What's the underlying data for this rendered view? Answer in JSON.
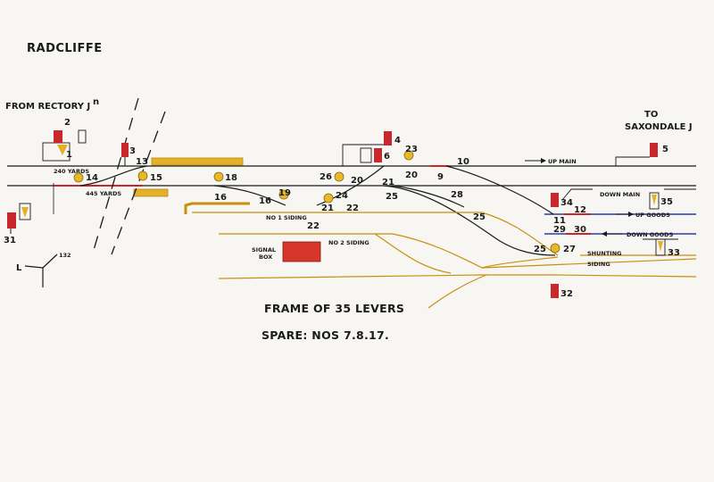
{
  "title": "RADCLIFFE",
  "from_label": "FROM RECTORY J",
  "to_label_1": "TO",
  "to_label_2": "SAXONDALE J",
  "line_labels": {
    "up_main": "UP MAIN",
    "down_main": "DOWN MAIN",
    "up_goods": "UP GOODS",
    "down_goods": "DOWN GOODS",
    "shunting": "SHUNTING",
    "siding": "SIDING",
    "no1_siding": "NO 1 SIDING",
    "no2_siding": "NO 2 SIDING",
    "signal_box_1": "SIGNAL",
    "signal_box_2": "BOX"
  },
  "distances": {
    "d1": "240 YARDS",
    "d2": "445 YARDS"
  },
  "compass": {
    "label_l": "L",
    "label_132": "132"
  },
  "frame_text": "FRAME OF 35 LEVERS",
  "spare_text": "SPARE: NOS 7.8.17.",
  "levers": [
    "1",
    "2",
    "3",
    "4",
    "5",
    "6",
    "9",
    "10",
    "11",
    "12",
    "13",
    "14",
    "15",
    "16",
    "18",
    "19",
    "20",
    "21",
    "22",
    "23",
    "24",
    "25",
    "26",
    "27",
    "28",
    "29",
    "30",
    "31",
    "32",
    "33",
    "34",
    "35"
  ],
  "colors": {
    "signal_red": "#c8282b",
    "distant_yellow": "#e3b12a",
    "siding_line": "#c9900e",
    "up_goods_line": "#2a3aa8",
    "down_main_mark": "#c8282b"
  }
}
